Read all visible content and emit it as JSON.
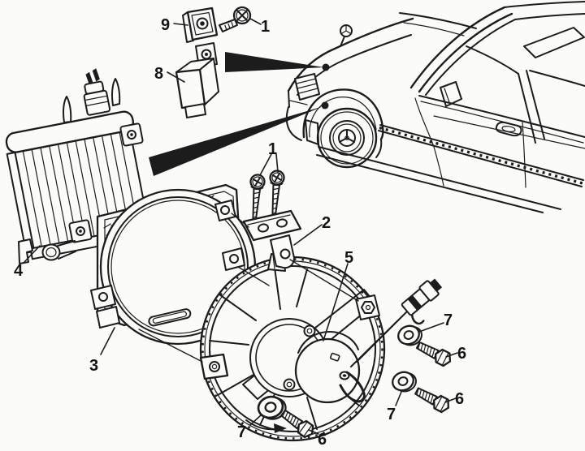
{
  "colors": {
    "background": "#fbfbf9",
    "line": "#1c1c1c"
  },
  "callouts": {
    "screw_top": {
      "label": "1"
    },
    "clip_nut": {
      "label": "9"
    },
    "relay": {
      "label": "8"
    },
    "bracket_screws": {
      "label": "1"
    },
    "bracket": {
      "label": "2"
    },
    "fan_motor": {
      "label": "5"
    },
    "fan_shroud": {
      "label": "3"
    },
    "oil_cooler": {
      "label": "4"
    },
    "washer_upper_right": {
      "label": "7"
    },
    "bolt_upper_right": {
      "label": "6"
    },
    "washer_lower_right": {
      "label": "7"
    },
    "bolt_lower_right": {
      "label": "6"
    },
    "washer_bottom": {
      "label": "7"
    },
    "bolt_bottom": {
      "label": "6"
    }
  }
}
